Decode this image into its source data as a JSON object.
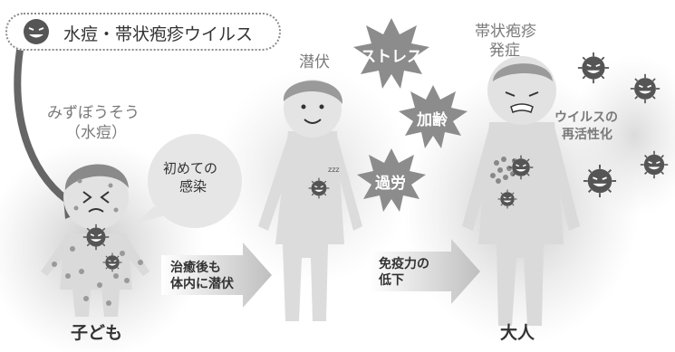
{
  "header": {
    "title": "水痘・帯状疱疹ウイルス"
  },
  "stages": {
    "child_label_line1": "みずぼうそう",
    "child_label_line2": "（水痘）",
    "latent_label": "潜伏",
    "onset_label_line1": "帯状疱疹",
    "onset_label_line2": "発症"
  },
  "bubble": {
    "line1": "初めての",
    "line2": "感染"
  },
  "triggers": [
    "ストレス",
    "加齢",
    "過労"
  ],
  "arrows": {
    "heal_line1": "治癒後も",
    "heal_line2": "体内に潜伏",
    "immune_line1": "免疫力の",
    "immune_line2": "低下"
  },
  "reactivation": {
    "line1": "ウイルスの",
    "line2": "再活性化"
  },
  "captions": {
    "child": "子ども",
    "adult": "大人"
  },
  "colors": {
    "text": "#333333",
    "label_gray": "#7a7a7a",
    "figure": "#d9d9d9",
    "burst": "#8c8c8c"
  }
}
